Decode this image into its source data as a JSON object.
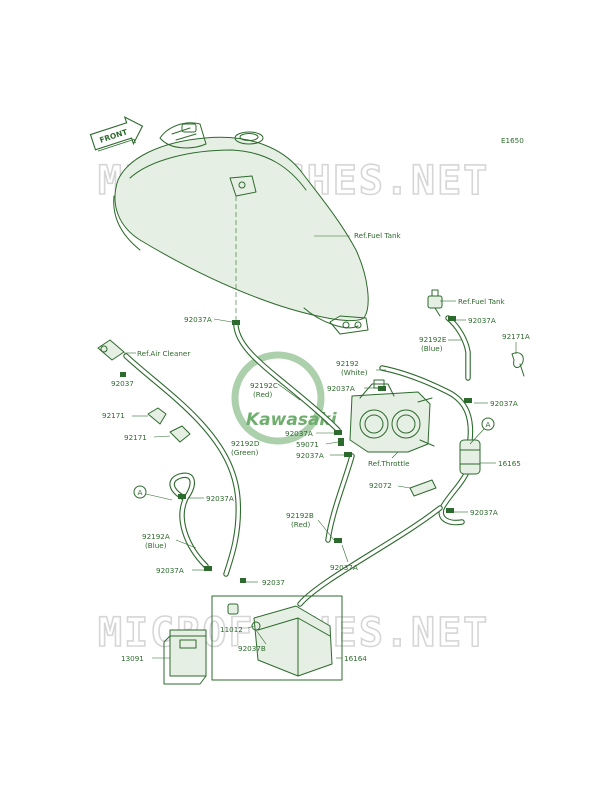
{
  "diagram_code": "E1650",
  "front_label": "FRONT",
  "watermark": "MICROFICHES.NET",
  "logo": {
    "name": "Kawasaki",
    "colors": {
      "ring": "#8fc08f",
      "text": "#6fae6f"
    }
  },
  "colors": {
    "line": "#2d6a2d",
    "label": "#2e6b2e",
    "watermark": "#d6d6d6"
  },
  "labels": {
    "ref_fuel_tank_main": "Ref.Fuel Tank",
    "ref_fuel_tank_right": "Ref.Fuel Tank",
    "ref_air_cleaner": "Ref.Air Cleaner",
    "ref_throttle": "Ref.Throttle",
    "p92037A_a": "92037A",
    "p92037A_b": "92037A",
    "p92037A_c": "92037A",
    "p92037A_d": "92037A",
    "p92037A_e": "92037A",
    "p92037A_f": "92037A",
    "p92037A_g": "92037A",
    "p92037A_h": "92037A",
    "p92037A_i": "92037A",
    "p92037A_j": "92037A",
    "p92037_a": "92037",
    "p92037_b": "92037",
    "p92192E": "92192E",
    "p92192E_color": "(Blue)",
    "p92171A": "92171A",
    "p92192": "92192",
    "p92192_color": "(White)",
    "p92192C": "92192C",
    "p92192C_color": "(Red)",
    "p59071": "59071",
    "p92171_a": "92171",
    "p92171_b": "92171",
    "p92192D": "92192D",
    "p92192D_color": "(Green)",
    "p16165": "16165",
    "p92072": "92072",
    "p92192B": "92192B",
    "p92192B_color": "(Red)",
    "p92192A": "92192A",
    "p92192A_color": "(Blue)",
    "p11012": "11012",
    "p92037B": "92037B",
    "p13091": "13091",
    "p16164": "16164",
    "callout_a_left": "A",
    "callout_a_right": "A"
  }
}
